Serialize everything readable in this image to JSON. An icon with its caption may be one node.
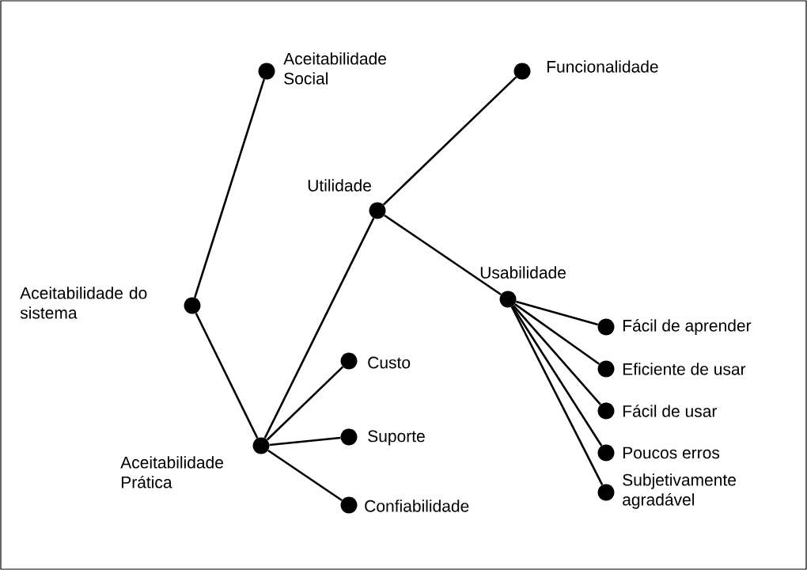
{
  "diagram": {
    "nodes": [
      {
        "text": [],
        "shape": "circle",
        "beside": [
          "Aceitabilidade do sistema"
        ]
      },
      {
        "text": [],
        "shape": "circle",
        "beside": [
          "Aceitabilidade Social"
        ]
      },
      {
        "text": [],
        "shape": "circle",
        "beside": [
          "Aceitabilidade Prática"
        ]
      },
      {
        "text": [],
        "shape": "circle",
        "beside": [
          "Utilidade"
        ]
      },
      {
        "text": [],
        "shape": "circle",
        "beside": [
          "Funcionalidade"
        ]
      },
      {
        "text": [],
        "shape": "circle",
        "beside": [
          "Usabilidade"
        ]
      },
      {
        "text": [],
        "shape": "circle",
        "beside": [
          "Custo"
        ]
      },
      {
        "text": [],
        "shape": "circle",
        "beside": [
          "Suporte"
        ]
      },
      {
        "text": [],
        "shape": "circle",
        "beside": [
          "Confiabilidade"
        ]
      },
      {
        "text": [],
        "shape": "circle",
        "beside": [
          "Fácil de aprender"
        ]
      },
      {
        "text": [],
        "shape": "circle",
        "beside": [
          "Eficiente de usar"
        ]
      },
      {
        "text": [],
        "shape": "circle",
        "beside": [
          "Fácil de usar"
        ]
      },
      {
        "text": [],
        "shape": "circle",
        "beside": [
          "Poucos erros"
        ]
      },
      {
        "text": [],
        "shape": "circle",
        "beside": [
          "Subjetivamente agradável"
        ]
      }
    ],
    "edges": [
      {
        "from": 0,
        "to": 1,
        "arrow": "none"
      },
      {
        "from": 0,
        "to": 2,
        "arrow": "none"
      },
      {
        "from": 2,
        "to": 3,
        "arrow": "none"
      },
      {
        "from": 3,
        "to": 4,
        "arrow": "none"
      },
      {
        "from": 3,
        "to": 5,
        "arrow": "none"
      },
      {
        "from": 2,
        "to": 6,
        "arrow": "none"
      },
      {
        "from": 2,
        "to": 7,
        "arrow": "none"
      },
      {
        "from": 2,
        "to": 8,
        "arrow": "none"
      },
      {
        "from": 5,
        "to": 9,
        "arrow": "none"
      },
      {
        "from": 5,
        "to": 10,
        "arrow": "none"
      },
      {
        "from": 5,
        "to": 11,
        "arrow": "none"
      },
      {
        "from": 5,
        "to": 12,
        "arrow": "none"
      },
      {
        "from": 5,
        "to": 13,
        "arrow": "none"
      }
    ]
  }
}
